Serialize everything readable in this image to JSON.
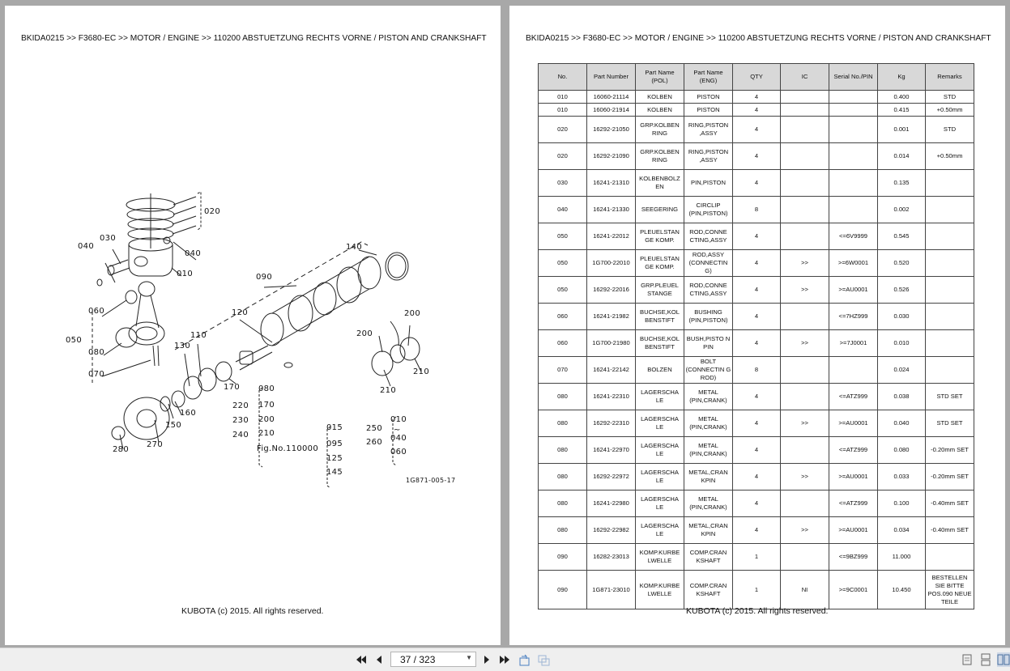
{
  "document": {
    "breadcrumb": "BKIDA0215 >> F3680-EC >> MOTOR / ENGINE >> 110200   ABSTUETZUNG RECHTS VORNE / PISTON AND CRANKSHAFT",
    "copyright": "KUBOTA (c) 2015. All rights reserved."
  },
  "diagram": {
    "figure_code": "1G871-005-17",
    "labels": {
      "l020": "020",
      "l030": "030",
      "l040a": "040",
      "l040b": "040",
      "l010": "010",
      "l090": "090",
      "l140": "140",
      "l120": "120",
      "l060": "060",
      "l050": "050",
      "l080": "080",
      "l070": "070",
      "l110": "110",
      "l130": "130",
      "l200a": "200",
      "l200b": "200",
      "l210a": "210",
      "l210b": "210",
      "l170": "170",
      "l160": "160",
      "l150": "150",
      "l270": "270",
      "l280": "280",
      "g1_left": [
        "220",
        "230",
        "240"
      ],
      "g1_right": [
        "080",
        "170",
        "200",
        "210",
        "Fig.No.110000"
      ],
      "g2": [
        "015",
        "095",
        "125",
        "145"
      ],
      "g3_left": [
        "250",
        "260"
      ],
      "g3_right": [
        "010",
        "~",
        "040",
        "060"
      ]
    }
  },
  "table": {
    "headers": [
      "No.",
      "Part Number",
      "Part Name (POL)",
      "Part Name (ENG)",
      "QTY",
      "IC",
      "Serial No./PIN",
      "Kg",
      "Remarks"
    ],
    "rows": [
      [
        "010",
        "16060-21114",
        "KOLBEN",
        "PISTON",
        "4",
        "",
        "",
        "0.400",
        "STD"
      ],
      [
        "010",
        "16060-21914",
        "KOLBEN",
        "PISTON",
        "4",
        "",
        "",
        "0.415",
        "+0.50mm"
      ],
      [
        "020",
        "16292-21050",
        "GRP.KOLBEN RING",
        "RING,PISTON ,ASSY",
        "4",
        "",
        "",
        "0.001",
        "STD"
      ],
      [
        "020",
        "16292-21090",
        "GRP.KOLBEN RING",
        "RING,PISTON ,ASSY",
        "4",
        "",
        "",
        "0.014",
        "+0.50mm"
      ],
      [
        "030",
        "16241-21310",
        "KOLBENBOLZ EN",
        "PIN,PISTON",
        "4",
        "",
        "",
        "0.135",
        ""
      ],
      [
        "040",
        "16241-21330",
        "SEEGERING",
        "CIRCLIP (PIN,PISTON)",
        "8",
        "",
        "",
        "0.002",
        ""
      ],
      [
        "050",
        "16241-22012",
        "PLEUELSTAN GE KOMP.",
        "ROD,CONNE CTING,ASSY",
        "4",
        "",
        "<=6V9999",
        "0.545",
        ""
      ],
      [
        "050",
        "1G700-22010",
        "PLEUELSTAN GE KOMP.",
        "ROD,ASSY (CONNECTIN G)",
        "4",
        ">>",
        ">=6W0001",
        "0.520",
        ""
      ],
      [
        "050",
        "16292-22016",
        "GRP.PLEUEL STANGE",
        "ROD,CONNE CTING,ASSY",
        "4",
        ">>",
        ">=AU0001",
        "0.526",
        ""
      ],
      [
        "060",
        "16241-21982",
        "BUCHSE,KOL BENSTIFT",
        "BUSHING (PIN,PISTON)",
        "4",
        "",
        "<=7HZ999",
        "0.030",
        ""
      ],
      [
        "060",
        "1G700-21980",
        "BUCHSE,KOL BENSTIFT",
        "BUSH,PISTO N PIN",
        "4",
        ">>",
        ">=7J0001",
        "0.010",
        ""
      ],
      [
        "070",
        "16241-22142",
        "BOLZEN",
        "BOLT (CONNECTIN G ROD)",
        "8",
        "",
        "",
        "0.024",
        ""
      ],
      [
        "080",
        "16241-22310",
        "LAGERSCHA LE",
        "METAL (PIN,CRANK)",
        "4",
        "",
        "<=ATZ999",
        "0.038",
        "STD SET"
      ],
      [
        "080",
        "16292-22310",
        "LAGERSCHA LE",
        "METAL (PIN,CRANK)",
        "4",
        ">>",
        ">=AU0001",
        "0.040",
        "STD SET"
      ],
      [
        "080",
        "16241-22970",
        "LAGERSCHA LE",
        "METAL (PIN,CRANK)",
        "4",
        "",
        "<=ATZ999",
        "0.080",
        "-0.20mm SET"
      ],
      [
        "080",
        "16292-22972",
        "LAGERSCHA LE",
        "METAL,CRAN KPIN",
        "4",
        ">>",
        ">=AU0001",
        "0.033",
        "-0.20mm SET"
      ],
      [
        "080",
        "16241-22980",
        "LAGERSCHA LE",
        "METAL (PIN,CRANK)",
        "4",
        "",
        "<=ATZ999",
        "0.100",
        "-0.40mm SET"
      ],
      [
        "080",
        "16292-22982",
        "LAGERSCHA LE",
        "METAL,CRAN KPIN",
        "4",
        ">>",
        ">=AU0001",
        "0.034",
        "-0.40mm SET"
      ],
      [
        "090",
        "16282-23013",
        "KOMP.KURBE LWELLE",
        "COMP.CRAN KSHAFT",
        "1",
        "",
        "<=9BZ999",
        "11.000",
        ""
      ],
      [
        "090",
        "1G871-23010",
        "KOMP.KURBE LWELLE",
        "COMP.CRAN KSHAFT",
        "1",
        "NI",
        ">=9C0001",
        "10.450",
        "BESTELLEN SIE BITTE POS.090 NEUE TEILE"
      ]
    ]
  },
  "toolbar": {
    "page_indicator": "37 / 323",
    "buttons": [
      "first-page",
      "previous-page",
      "next-page",
      "last-page",
      "rotate",
      "fit"
    ],
    "view_modes": [
      "single-page",
      "continuous",
      "two-page"
    ],
    "active_view": "two-page"
  }
}
